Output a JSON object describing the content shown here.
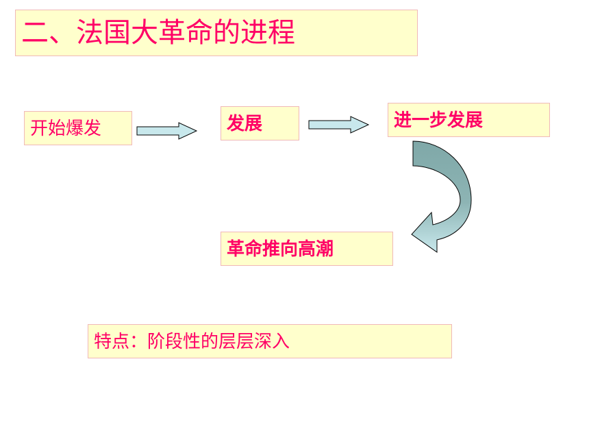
{
  "title": "二、法国大革命的进程",
  "stages": [
    {
      "label": "开始爆发"
    },
    {
      "label": "发展"
    },
    {
      "label": "进一步发展"
    },
    {
      "label": "革命推向高潮"
    }
  ],
  "feature": "特点：阶段性的层层深入",
  "colors": {
    "text": "#ff0066",
    "box_fill": "#ffffcc",
    "box_border": "#f0b8b8",
    "arrow_fill": "#c8e8ec",
    "curved_arrow_fill": "#7fa8a8"
  }
}
